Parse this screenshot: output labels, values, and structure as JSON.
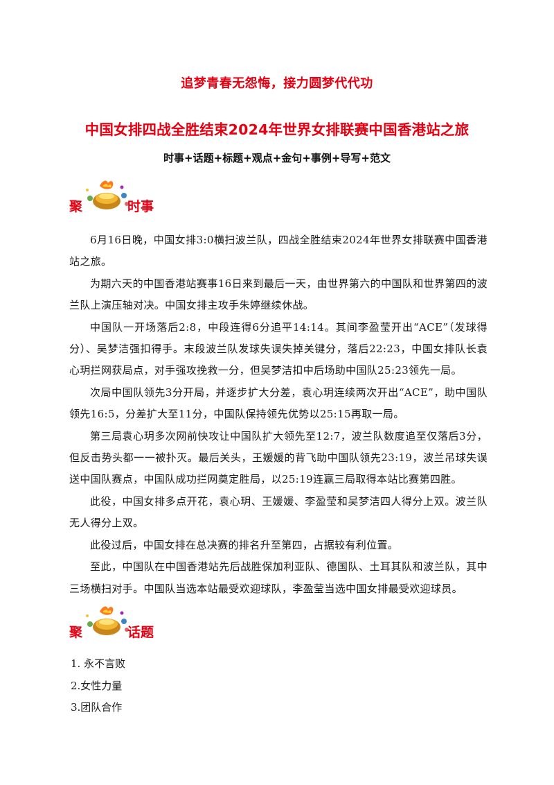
{
  "header": {
    "slogan": "追梦青春无怨悔，接力圆梦代代功",
    "title": "中国女排四战全胜结束2024年世界女排联赛中国香港站之旅",
    "subtitle": "时事+话题+标题+观点+金句+事例+导写+范文"
  },
  "sections": {
    "news": {
      "prefix": "聚",
      "heading": "时事",
      "icon": "golden-pot-icon"
    },
    "topics": {
      "prefix": "聚",
      "heading": "话题",
      "icon": "golden-pot-icon"
    }
  },
  "news_paragraphs": [
    "6月16日晚，中国女排3:0横扫波兰队，四战全胜结束2024年世界女排联赛中国香港站之旅。",
    "为期六天的中国香港站赛事16日来到最后一天，由世界第六的中国队和世界第四的波兰队上演压轴对决。中国女排主攻手朱婷继续休战。",
    "中国队一开场落后2:8，中段连得6分追平14:14。其间李盈莹开出“ACE”（发球得分）、吴梦洁强扣得手。末段波兰队发球失误失掉关键分，落后22:23，中国女排队长袁心玥拦网获局点，对手强攻挽救一分，但吴梦洁扣中后场助中国队25:23领先一局。",
    "次局中国队领先3分开局，并逐步扩大分差，袁心玥连续两次开出“ACE”，助中国队领先16:5，分差扩大至11分，中国队保持领先优势以25:15再取一局。",
    "第三局袁心玥多次网前快攻让中国队扩大领先至12:7，波兰队数度追至仅落后3分，但反击势头都一一被扑灭。最后关头，王媛媛的背飞助中国队领先23:19，波兰吊球失误送中国队赛点，中国队成功拦网奠定胜局，以25:19连赢三局取得本站比赛第四胜。",
    "此役，中国女排多点开花，袁心玥、王媛媛、李盈莹和吴梦洁四人得分上双。波兰队无人得分上双。",
    "此役过后，中国女排在总决赛的排名升至第四，占据较有利位置。",
    "至此，中国队在中国香港站先后战胜保加利亚队、德国队、土耳其队和波兰队，其中三场横扫对手。中国队当选本站最受欢迎球队，李盈莹当选中国女排最受欢迎球员。"
  ],
  "topic_items": [
    "1.  永不言败",
    "2.女性力量",
    "3.团队合作"
  ],
  "colors": {
    "accent_red": "#e60012",
    "body_text": "#1a1a1a"
  }
}
